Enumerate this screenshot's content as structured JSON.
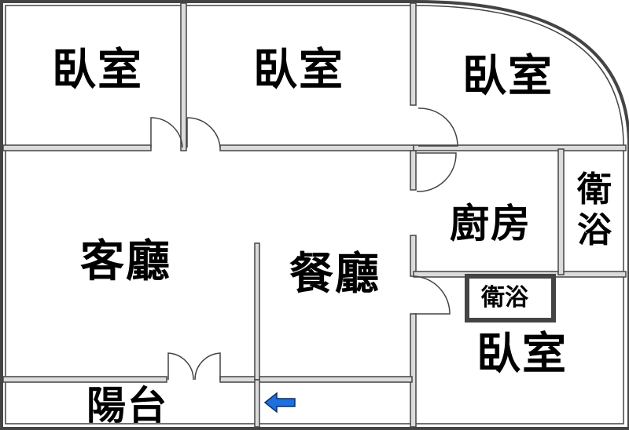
{
  "rooms": {
    "bedroom_top_left": "臥室",
    "bedroom_top_mid": "臥室",
    "bedroom_top_right": "臥室",
    "living_room": "客廳",
    "dining_room": "餐廳",
    "kitchen": "廚房",
    "bathroom_right": "衛浴",
    "bathroom_small": "衛浴",
    "bedroom_bottom_right": "臥室",
    "balcony": "陽台"
  },
  "entrance_arrow": {
    "icon": "left-arrow-icon",
    "color": "#1e6fe0"
  },
  "colors": {
    "wall": "#444444",
    "wall_fill": "#dcdcdc",
    "background": "#ffffff"
  }
}
